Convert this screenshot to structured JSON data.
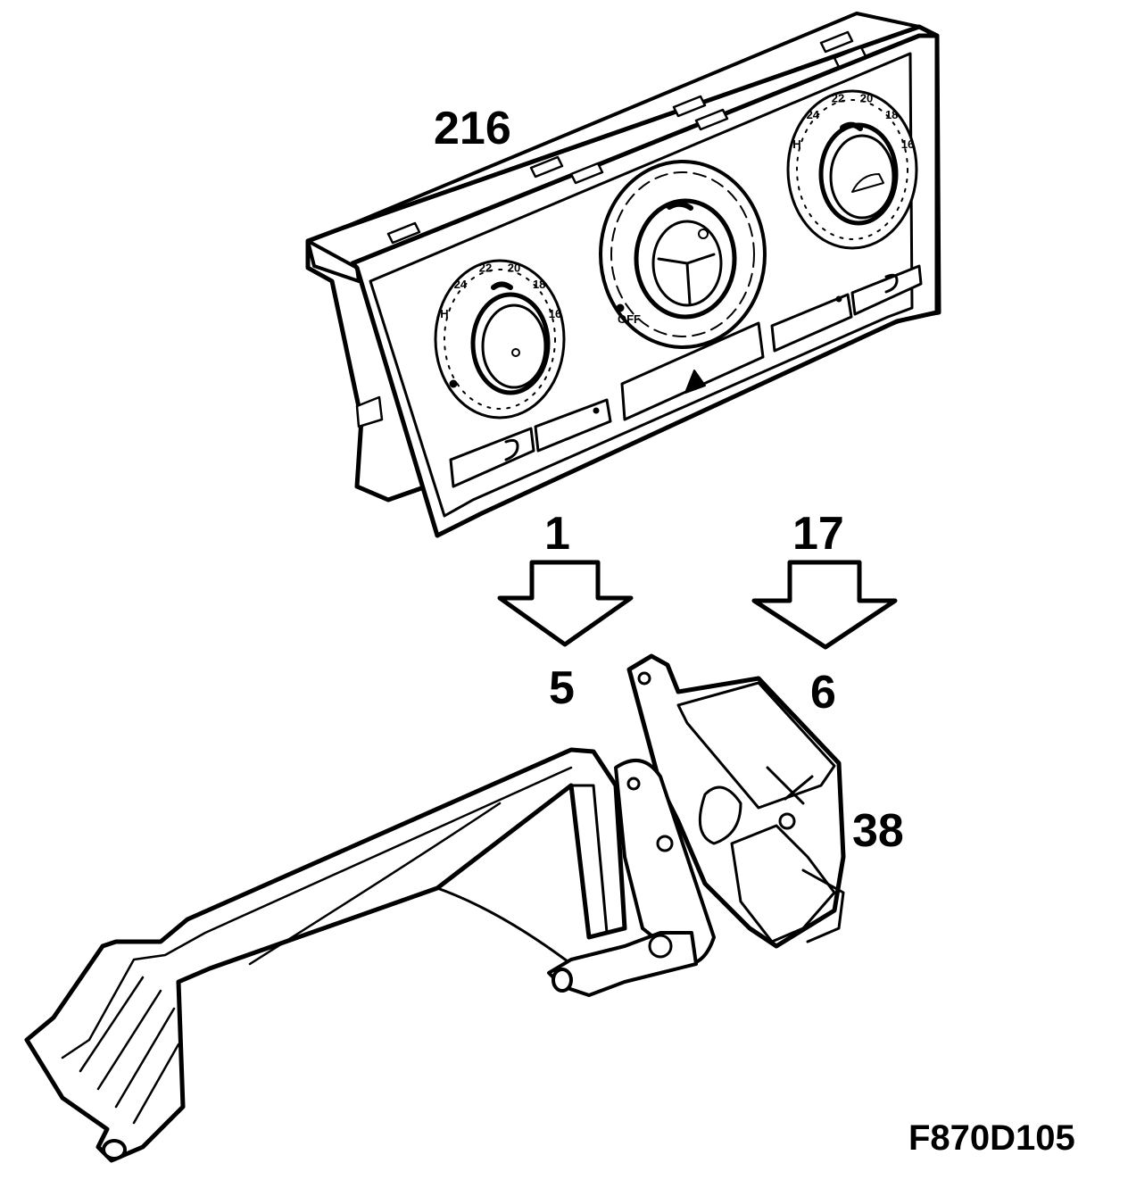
{
  "callouts": {
    "panel": "216",
    "arrow_left_top": "1",
    "arrow_right_top": "17",
    "arrow_left_bottom": "5",
    "arrow_right_bottom": "6",
    "actuator": "38"
  },
  "figure_code": "F870D105",
  "dials": {
    "left_scale": [
      "16",
      "18",
      "20",
      "22",
      "24",
      "H"
    ],
    "right_scale": [
      "16",
      "18",
      "20",
      "22",
      "24",
      "H"
    ],
    "fan_off": "OFF"
  },
  "colors": {
    "ink": "#000000",
    "paper": "#ffffff"
  }
}
